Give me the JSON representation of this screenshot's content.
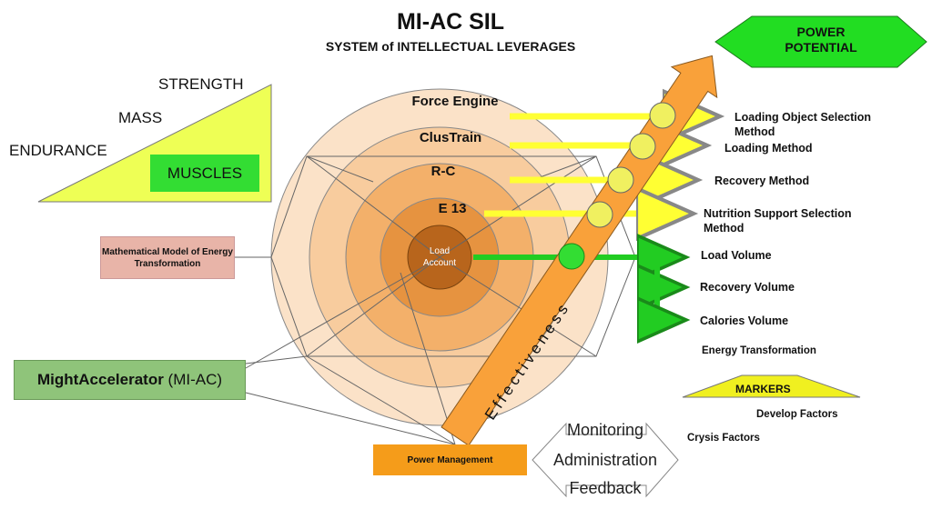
{
  "header": {
    "title": "MI-AC SIL",
    "subtitle": "SYSTEM of INTELLECTUAL  LEVERAGES"
  },
  "power_potential": "POWER\nPOTENTIAL",
  "triangle": {
    "strength": "STRENGTH",
    "mass": "MASS",
    "endurance": "ENDURANCE",
    "muscles": "MUSCLES"
  },
  "rings": {
    "force_engine": "Force Engine",
    "clustrain": "ClusTrain",
    "rc": "R-C",
    "e13": "E 13",
    "load_account": "Load\nAccount"
  },
  "boxes": {
    "math_model": "Mathematical Model of Energy Transformation",
    "might_bold": "MightAccelerator",
    "might_rest": " (MI-AC)",
    "power_management": "Power Management"
  },
  "arrow_text": "Effectiveness",
  "outputs": {
    "loading_object": "Loading Object  Selection\nMethod",
    "loading_method": "Loading Method",
    "recovery_method": "Recovery Method",
    "nutrition": "Nutrition Support Selection\nMethod",
    "load_volume": "Load Volume",
    "recovery_volume": "Recovery Volume",
    "calories_volume": "Calories Volume",
    "energy_transformation": "Energy Transformation"
  },
  "markers": {
    "label": "MARKERS",
    "develop": "Develop Factors",
    "crysis": "Crysis Factors"
  },
  "mad": {
    "monitoring": "Monitoring",
    "administration": "Administration",
    "feedback": "Feedback"
  },
  "colors": {
    "yellow": "#ffff33",
    "green_arrow": "#33cc33",
    "orange": "#f59c1a",
    "ring_outer": "#f9dcc0",
    "core": "#b8651c"
  }
}
